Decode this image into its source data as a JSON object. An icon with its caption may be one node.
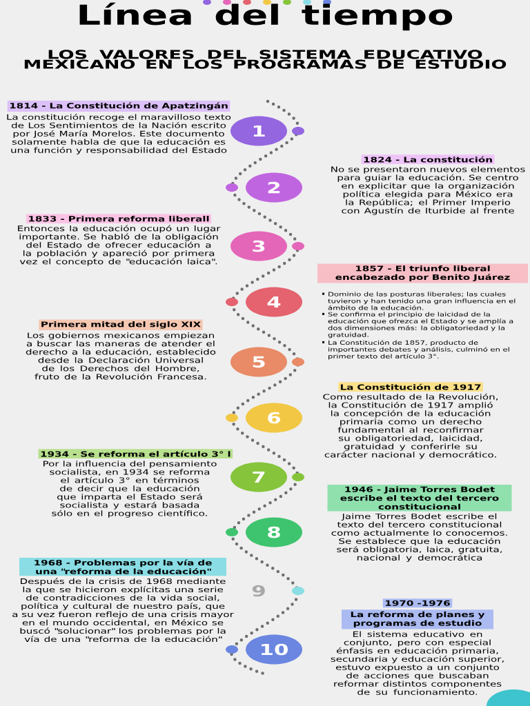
{
  "diagram": {
    "title": "Línea del tiempo",
    "nodes": [
      {
        "text": [
          "1814 - La Constitución de Apatzingán",
          "La constitución recoge el maravilloso texto de Los Sentimientos de la Nación escrito por José María Morelos. Este documento solamente habla de que la educación es una función y responsabilidad del Estado"
        ]
      },
      {
        "text": [
          "1"
        ]
      },
      {
        "text": [
          "1824 - La constitución",
          "No se presentaron nuevos elementos para guiar la educación. Se centro en explicitar que la organización política elegida para México era la República; el Primer Imperio con Agustín de Iturbide al frente"
        ]
      },
      {
        "text": [
          "2"
        ]
      },
      {
        "text": [
          "1833  - Primera reforma liberall",
          "Entonces la educación ocupó un lugar importante. Se habló de la obligación del Estado de ofrecer educación a la población y apareció por primera vez el concepto de \"educación laica\"."
        ]
      },
      {
        "text": [
          "3"
        ]
      },
      {
        "text": [
          "1857 - El triunfo liberal encabezado por Benito Juárez",
          "Dominio de las posturas liberales; las cuales tuvieron y han tenido una gran influencia en el ámbito de la educación.",
          "Se confirma el principio de laicidad de la educación que ofrezca el Estado y se amplía a dos dimensiones más: la obligatoriedad y la gratuidad.",
          "La Constitución de 1857, producto de importantes debates y análisis, culminó en el primer texto del artículo 3°."
        ]
      },
      {
        "text": [
          "4"
        ]
      },
      {
        "text": [
          "Primera mitad del siglo XIX",
          "Los gobiernos mexicanos empiezan a buscar las maneras de atender el derecho a la educación, establecido desde la Declaración Universal de los Derechos del Hombre, fruto de la Revolución Francesa."
        ]
      },
      {
        "text": [
          "5"
        ]
      },
      {
        "text": [
          "La Constitución de 1917",
          "Como resultado de la Revolución, la Constitución de 1917 amplió la concepción de la educación primaria como un derecho fundamental al reconfirmar su obligatoriedad, laicidad, gratuidad y conferirle su carácter nacional y democrático."
        ]
      },
      {
        "text": [
          "6"
        ]
      },
      {
        "text": [
          "1934 - Se reforma el artículo 3° l",
          "Por la influencia del pensamiento socialista, en 1934 se reforma el artículo 3° en términos de decir que la educación que imparta el Estado será socialista y estará basada sólo en el progreso científico."
        ]
      },
      {
        "text": [
          "7"
        ]
      },
      {
        "text": [
          "1946 - Jaime Torres Bodet escribe el texto del tercero constitucional",
          "Jaime Torres Bodet escribe el texto del tercero constitucional como actualmente lo conocemos. Se establece que la educación será obligatoria, laica, gratuita, nacional y democrática"
        ]
      },
      {
        "text": [
          "8"
        ]
      },
      {
        "text": [
          "1968 - Problemas por la vía de una \"reforma de la educación\"",
          "Después de la crisis de 1968 mediante la que se hicieron explícitas una serie de contradicciones de la vida social, política y cultural de nuestro país, que a su vez fueron reflejo de una crisis mayor en el mundo occidental, en México se buscó \"solucionar\" los problemas por la vía de una \"reforma de la educación\""
        ]
      },
      {
        "text": [
          "9"
        ]
      },
      {
        "text": [
          "1970 -1976",
          "La reforma de planes y programas de estudio",
          "El sistema educativo en conjunto, pero con especial énfasis en educación primaria, secundaria y educación superior, estuvo expuesto a un conjunto de acciones que buscaban reformar distintos componentes de su funcionamiento."
        ]
      },
      {
        "text": [
          "10"
        ]
      }
    ],
    "labels": [
      "LOS VALORES DEL SISTEMA EDUCATIVO MEXICANO EN LOS PROGRAMAS DE ESTUDIO"
    ]
  }
}
